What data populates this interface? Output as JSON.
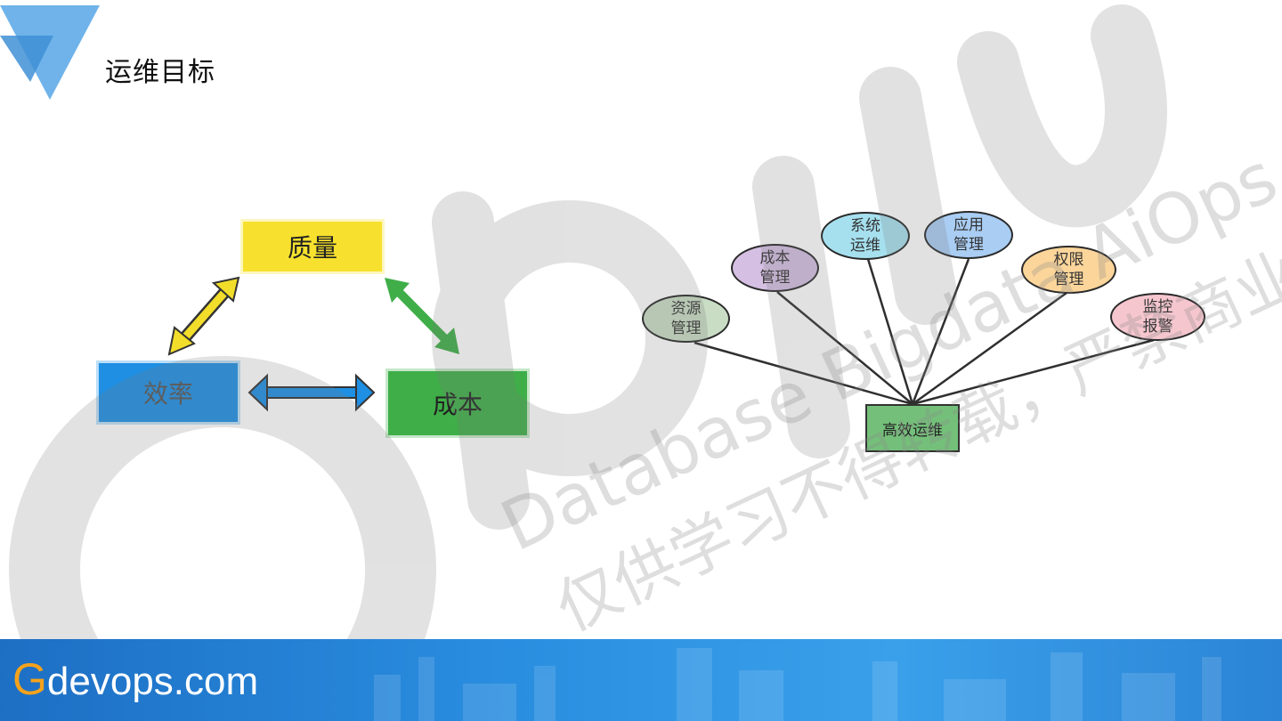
{
  "slide": {
    "title": "运维目标"
  },
  "triangle": {
    "quality": "质量",
    "efficiency": "效率",
    "cost": "成本",
    "colors": {
      "quality": "#f7e12e",
      "efficiency": "#1e8fe3",
      "cost": "#3fae48"
    }
  },
  "mindmap": {
    "center": "高效运维",
    "nodes": [
      {
        "label": "资源\n管理",
        "color": "#c9ddc4"
      },
      {
        "label": "成本\n管理",
        "color": "#d5bfe3"
      },
      {
        "label": "系统\n运维",
        "color": "#a6e0ef"
      },
      {
        "label": "应用\n管理",
        "color": "#a9cdf3"
      },
      {
        "label": "权限\n管理",
        "color": "#fbd59a"
      },
      {
        "label": "监控\n报警",
        "color": "#f6c6cf"
      }
    ]
  },
  "watermark": {
    "line1": "Database  Bigdata  AiOps",
    "line2": "仅供学习不得转载，严禁商业用途"
  },
  "footer": {
    "brand_initial": "G",
    "brand_rest": "devops.com"
  }
}
